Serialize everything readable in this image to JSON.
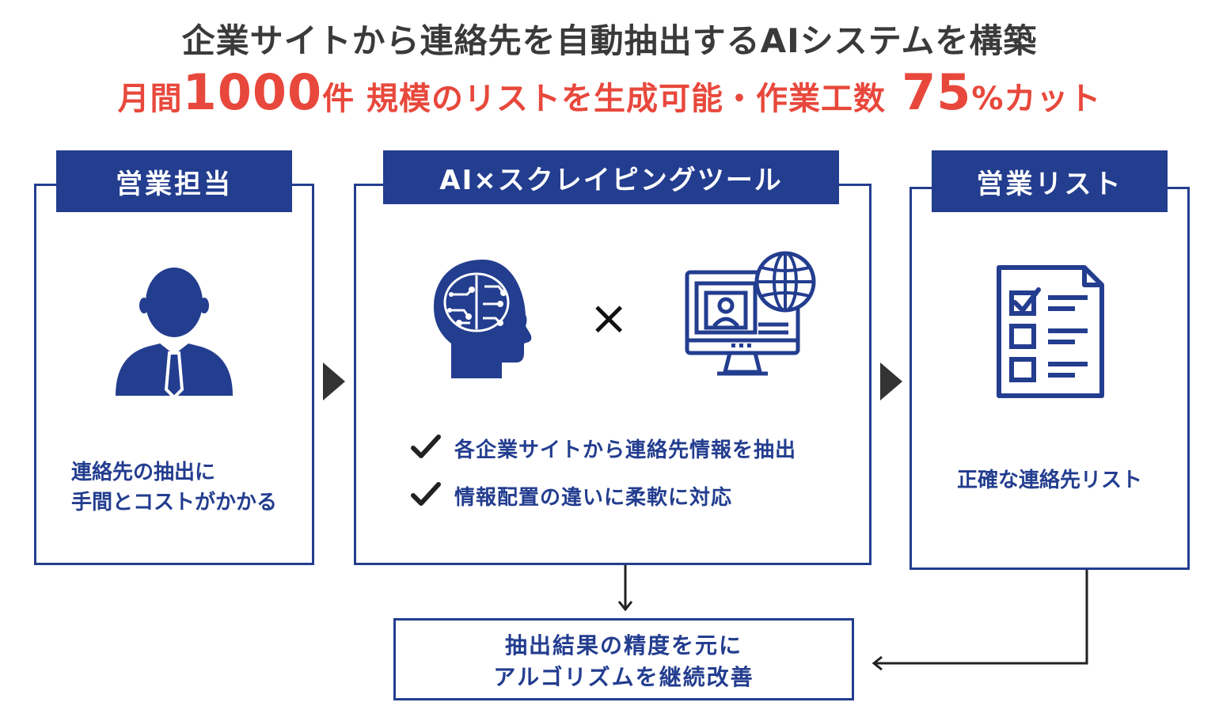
{
  "header": {
    "title": "企業サイトから連絡先を自動抽出するAIシステムを構築",
    "subtitle_parts": [
      "月間",
      "1000",
      "件 規模のリストを生成可能・作業工数",
      "75",
      "%カット"
    ]
  },
  "boxes": {
    "sales": {
      "tab_label": "営業担当",
      "desc_line1": "連絡先の抽出に",
      "desc_line2": "手間とコストがかかる",
      "icon": "businessman-icon"
    },
    "tool": {
      "tab_label": "AI×スクレイピングツール",
      "times_symbol": "×",
      "icons": [
        "ai-brain-icon",
        "computer-globe-icon"
      ],
      "checks": [
        "各企業サイトから連絡先情報を抽出",
        "情報配置の違いに柔軟に対応"
      ]
    },
    "list": {
      "tab_label": "営業リスト",
      "desc": "正確な連絡先リスト",
      "icon": "checklist-icon"
    },
    "improve": {
      "line1": "抽出結果の精度を元に",
      "line2": "アルゴリズムを継続改善"
    }
  },
  "colors": {
    "navy": "#233d8f",
    "accent_red": "#e8483c",
    "title_gray": "#3a3a3a",
    "arrow": "#333333"
  }
}
